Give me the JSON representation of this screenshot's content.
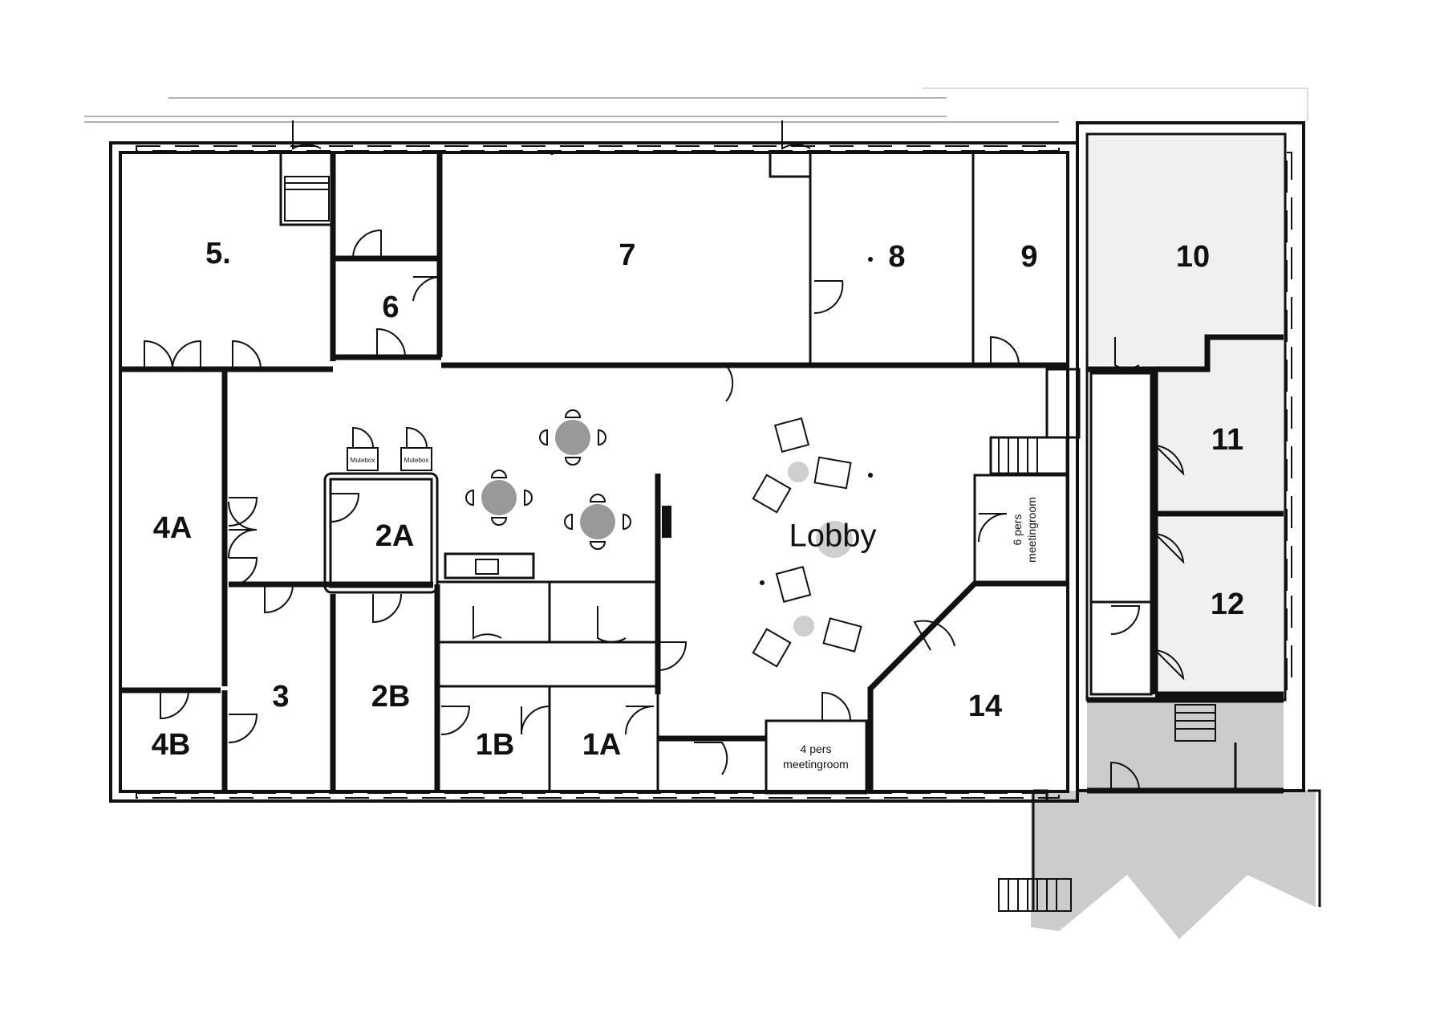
{
  "rooms": {
    "r5": "5.",
    "r6": "6",
    "r7": "7",
    "r8": "8",
    "r9": "9",
    "r10": "10",
    "r11": "11",
    "r12": "12",
    "r4a": "4A",
    "r2a": "2A",
    "r4b": "4B",
    "r3": "3",
    "r2b": "2B",
    "r1b": "1B",
    "r1a": "1A",
    "r14": "14",
    "lobby": "Lobby"
  },
  "meeting_rooms": {
    "six_pers_line1": "6 pers",
    "six_pers_line2": "meetingroom",
    "four_pers_line1": "4 pers",
    "four_pers_line2": "meetingroom"
  },
  "furniture": {
    "mutebox_1": "Mutebox",
    "mutebox_2": "Mutebox"
  },
  "colors": {
    "wall": "#111111",
    "shaded_rooms": "#f0f0f0",
    "entrance_area": "#cccccc",
    "table_fill": "#999999",
    "lobby_table_fill": "#cfcfcf"
  }
}
